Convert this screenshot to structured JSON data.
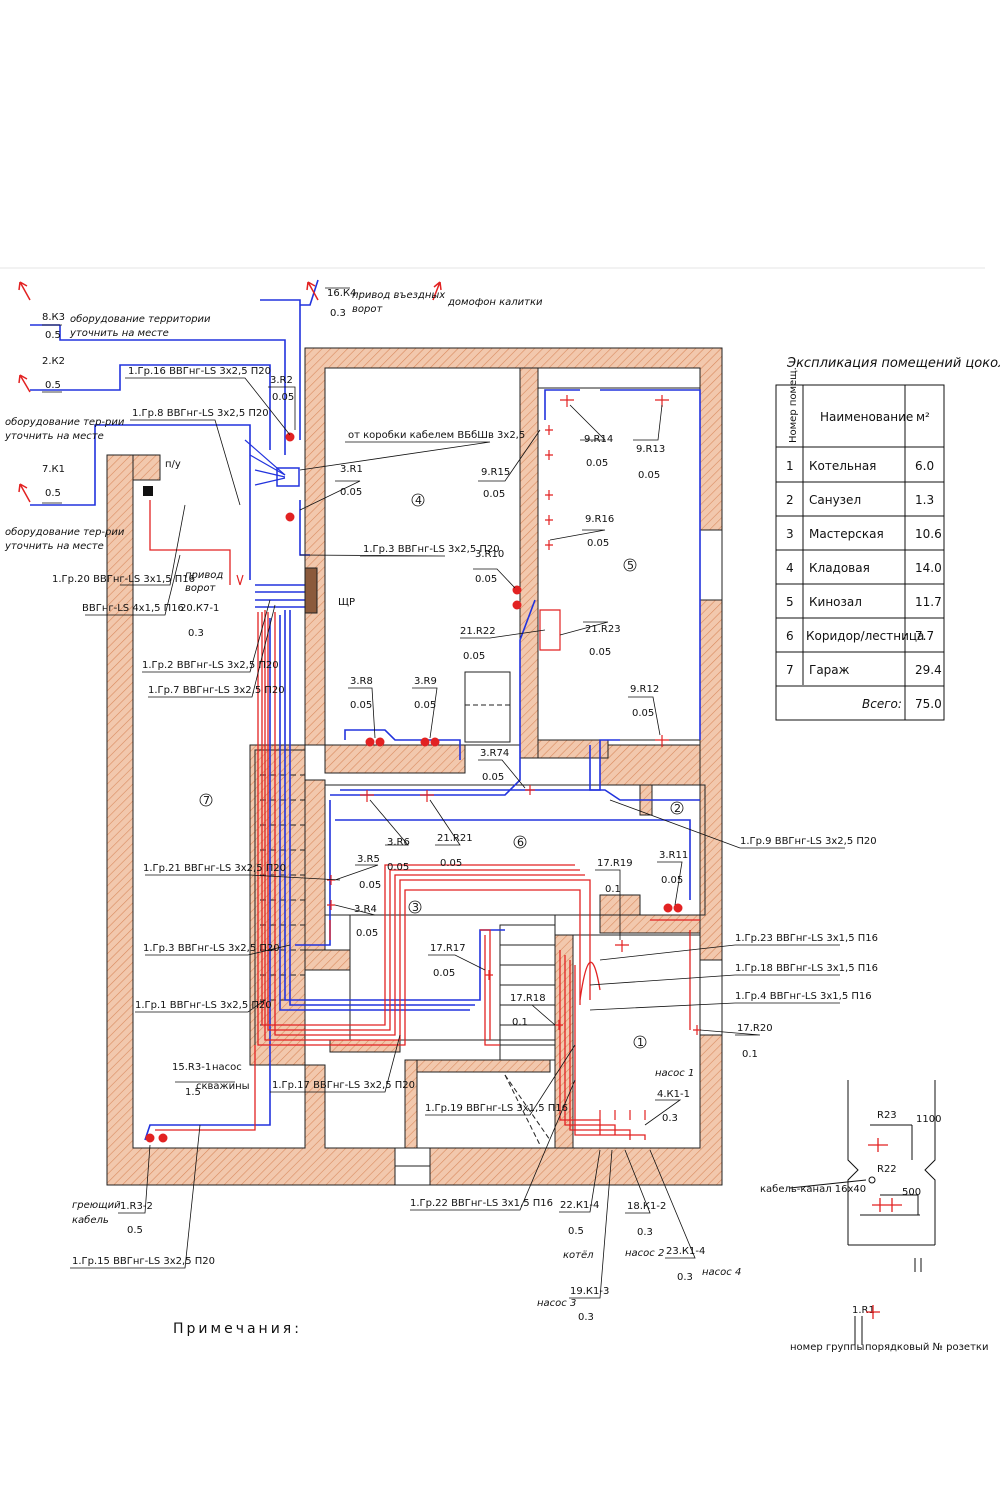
{
  "legend_table": {
    "title": "Экспликация помещений цоколя:",
    "header_num": "Номер помещ.",
    "header_name": "Наименование",
    "header_area": "м²",
    "rows": [
      {
        "num": "1",
        "name": "Котельная",
        "area": "6.0"
      },
      {
        "num": "2",
        "name": "Санузел",
        "area": "1.3"
      },
      {
        "num": "3",
        "name": "Мастерская",
        "area": "10.6"
      },
      {
        "num": "4",
        "name": "Кладовая",
        "area": "14.0"
      },
      {
        "num": "5",
        "name": "Кинозал",
        "area": "11.7"
      },
      {
        "num": "6",
        "name": "Коридор/лестница",
        "area": "7.7"
      },
      {
        "num": "7",
        "name": "Гараж",
        "area": "29.4"
      }
    ],
    "total_label": "Всего:",
    "total_value": "75.0"
  },
  "rooms": [
    "1",
    "2",
    "3",
    "4",
    "5",
    "6",
    "7"
  ],
  "outside": {
    "k3_id": "8.К3",
    "k3_val": "0.5",
    "k3_note1": "оборудование территории",
    "k3_note2": "уточнить на месте",
    "k2_id": "2.К2",
    "k2_val": "0.5",
    "k2_note1": "оборудование тер-рии",
    "k2_note2": "уточнить на месте",
    "k1_id": "7.К1",
    "k1_val": "0.5",
    "k1_note1": "оборудование тер-рии",
    "k1_note2": "уточнить на месте",
    "k4_id": "16.К4",
    "k4_val": "0.3",
    "k4_note1": "привод въездных",
    "k4_note2": "ворот",
    "intercom": "домофон калитки"
  },
  "cables": {
    "gr16": "1.Гр.16 ВВГнг-LS 3х2,5 П20",
    "gr8": "1.Гр.8 ВВГнг-LS 3х2,5 П20",
    "gr3a": "1.Гр.3 ВВГнг-LS 3х2,5 П20",
    "gr20": "1.Гр.20 ВВГнг-LS 3х1,5 П16",
    "vvg4": "ВВГнг-LS 4х1,5 П16",
    "gr2": "1.Гр.2 ВВГнг-LS 3х2,5 П20",
    "gr7": "1.Гр.7 ВВГнг-LS 3х2,5 П20",
    "gr21": "1.Гр.21 ВВГнг-LS 3х2,5 П20",
    "gr3b": "1.Гр.3 ВВГнг-LS 3х2,5 П20",
    "gr1": "1.Гр.1 ВВГнг-LS 3х2,5 П20",
    "gr17": "1.Гр.17 ВВГнг-LS 3х2,5 П20",
    "gr19": "1.Гр.19 ВВГнг-LS 3х1,5 П16",
    "gr22": "1.Гр.22 ВВГнг-LS 3х1,5 П16",
    "gr15": "1.Гр.15 ВВГнг-LS 3х2,5 П20",
    "gr9": "1.Гр.9 ВВГнг-LS 3х2,5 П20",
    "gr23": "1.Гр.23 ВВГнг-LS 3х1,5 П16",
    "gr18": "1.Гр.18 ВВГнг-LS 3х1,5 П16",
    "gr4": "1.Гр.4 ВВГнг-LS 3х1,5 П16",
    "box_note": "от коробки кабелем ВБбШв 3х2,5",
    "panel": "ЩР",
    "pu": "п/у"
  },
  "sockets": [
    {
      "id": "3.R2",
      "val": "0.05"
    },
    {
      "id": "3.R1",
      "val": "0.05"
    },
    {
      "id": "9.R14",
      "val": "0.05"
    },
    {
      "id": "9.R13",
      "val": "0.05"
    },
    {
      "id": "9.R15",
      "val": "0.05"
    },
    {
      "id": "9.R16",
      "val": "0.05"
    },
    {
      "id": "3.R10",
      "val": "0.05"
    },
    {
      "id": "21.R22",
      "val": "0.05"
    },
    {
      "id": "21.R23",
      "val": "0.05"
    },
    {
      "id": "9.R12",
      "val": "0.05"
    },
    {
      "id": "3.R8",
      "val": "0.05"
    },
    {
      "id": "3.R9",
      "val": "0.05"
    },
    {
      "id": "3.R74",
      "val": "0.05"
    },
    {
      "id": "3.R6",
      "val": "0.05"
    },
    {
      "id": "21.R21",
      "val": "0.05"
    },
    {
      "id": "3.R5",
      "val": "0.05"
    },
    {
      "id": "3.R4",
      "val": "0.05"
    },
    {
      "id": "17.R19",
      "val": "0.1"
    },
    {
      "id": "3.R11",
      "val": "0.05"
    },
    {
      "id": "17.R17",
      "val": "0.05"
    },
    {
      "id": "17.R18",
      "val": "0.1"
    },
    {
      "id": "17.R20",
      "val": "0.1"
    },
    {
      "id": "20.К7-1",
      "val": "0.3"
    },
    {
      "id": "15.R3-1",
      "val": "1.5"
    },
    {
      "id": "1.R3-2",
      "val": "0.5"
    },
    {
      "id": "4.К1-1",
      "val": "0.3"
    },
    {
      "id": "22.К1-4",
      "val": "0.5"
    },
    {
      "id": "18.К1-2",
      "val": "0.3"
    },
    {
      "id": "23.К1-4",
      "val": "0.3"
    },
    {
      "id": "19.К1-3",
      "val": "0.3"
    }
  ],
  "device_notes": {
    "gate_drive1": "привод",
    "gate_drive2": "ворот",
    "pump_well1": "насос",
    "pump_well2": "скважины",
    "heating1": "греющий",
    "heating2": "кабель",
    "pump1a": "насос 1",
    "boiler": "котёл",
    "pump2": "насос 2",
    "pump3": "насос 3",
    "pump4": "насос 4"
  },
  "detail": {
    "r23": "R23",
    "r22": "R22",
    "h1100": "1100",
    "h500": "500",
    "channel": "кабель-канал 16х40"
  },
  "notes_title": "Примечания:",
  "key": {
    "r1": "1.R1",
    "group_label": "номер группы",
    "socket_label": "порядковый № розетки"
  },
  "colors": {
    "wall_fill": "#f2c8ad",
    "wall_hatch": "#d98a5e",
    "blue_cable": "#2233dd",
    "red_cable": "#e22222",
    "line": "#111111"
  }
}
